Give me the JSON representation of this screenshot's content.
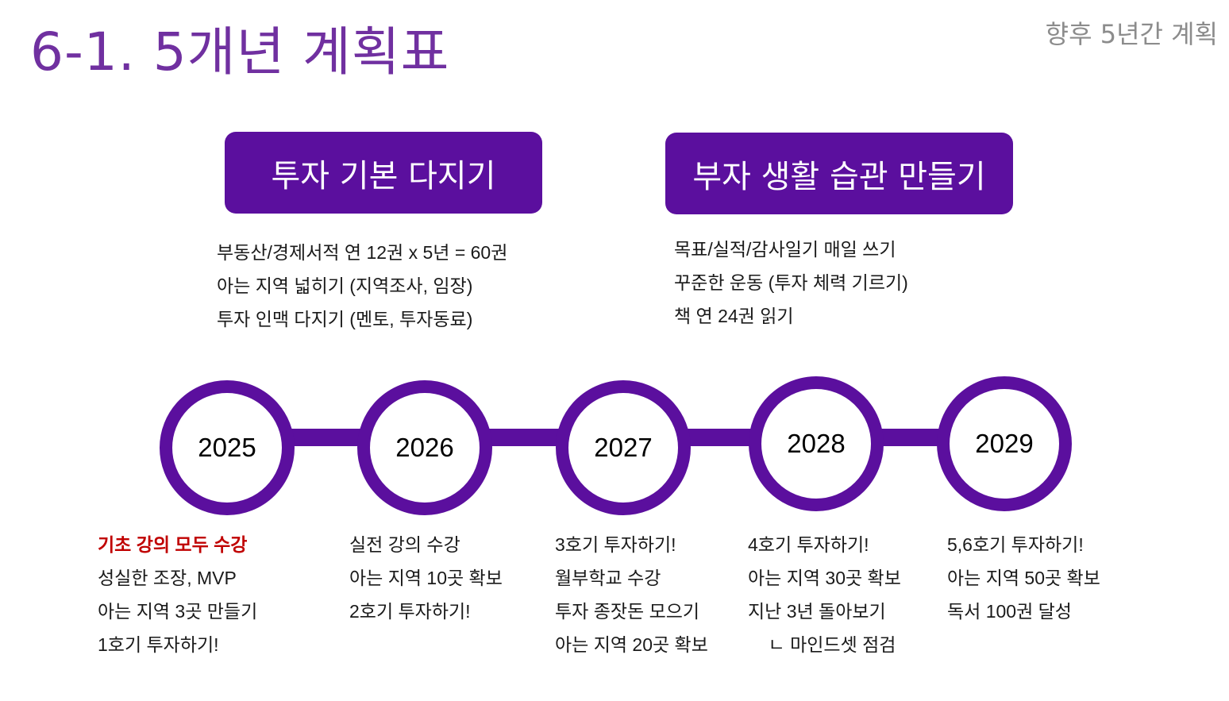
{
  "header": {
    "title": "6-1. 5개년 계획표",
    "section_label": "향후 5년간 계획"
  },
  "goals": [
    {
      "title": "투자 기본 다지기",
      "items": [
        "부동산/경제서적 연 12권 x 5년 = 60권",
        "아는 지역 넓히기 (지역조사, 임장)",
        "투자 인맥 다지기 (멘토, 투자동료)"
      ]
    },
    {
      "title": "부자 생활 습관 만들기",
      "items": [
        "목표/실적/감사일기 매일 쓰기",
        "꾸준한 운동 (투자 체력 기르기)",
        "책 연 24권 읽기"
      ]
    }
  ],
  "timeline": {
    "accent_color": "#5b0f9e",
    "highlight_color": "#c00000",
    "years": [
      {
        "year": "2025",
        "items": [
          "기초 강의 모두 수강",
          "성실한 조장, MVP",
          "아는 지역 3곳 만들기",
          "1호기 투자하기!"
        ]
      },
      {
        "year": "2026",
        "items": [
          "실전 강의 수강",
          "아는 지역 10곳 확보",
          "2호기 투자하기!"
        ]
      },
      {
        "year": "2027",
        "items": [
          "3호기 투자하기!",
          "월부학교 수강",
          "투자 종잣돈 모으기",
          "아는 지역 20곳 확보"
        ]
      },
      {
        "year": "2028",
        "items": [
          "4호기 투자하기!",
          "아는 지역 30곳 확보",
          "지난 3년 돌아보기",
          "    ㄴ 마인드셋 점검"
        ]
      },
      {
        "year": "2029",
        "items": [
          "5,6호기 투자하기!",
          "아는 지역 50곳 확보",
          "독서 100권 달성"
        ]
      }
    ]
  }
}
